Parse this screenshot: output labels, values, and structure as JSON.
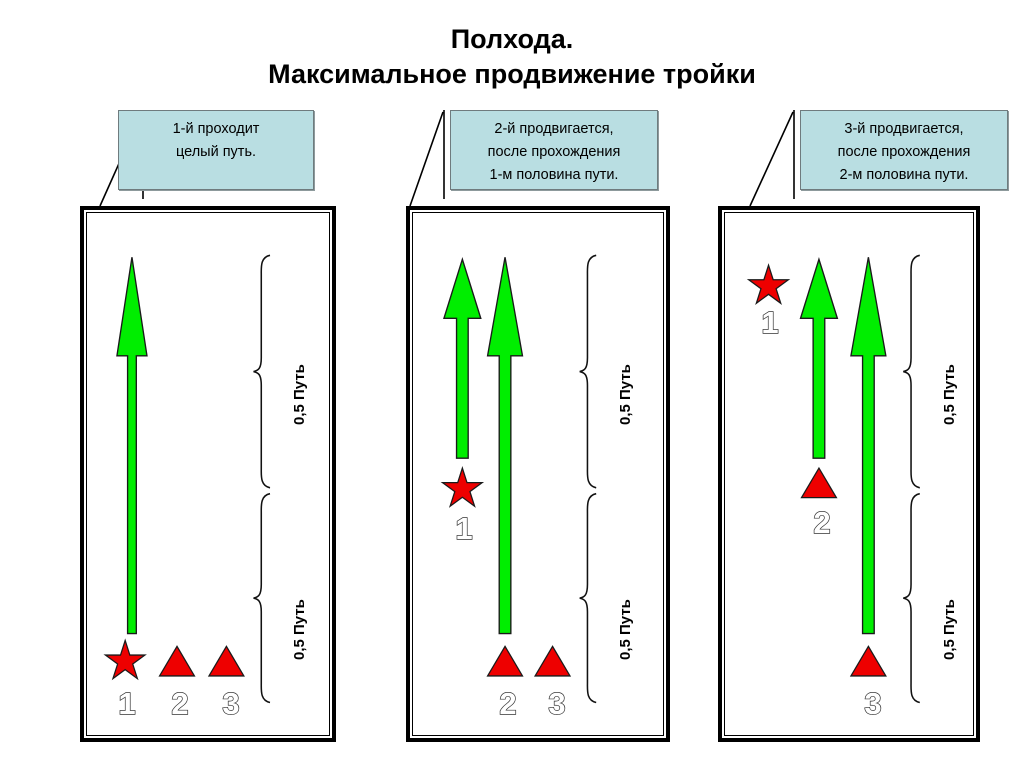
{
  "title": {
    "line1": "Полхода.",
    "line2": "Максимальное продвижение тройки"
  },
  "callouts": [
    {
      "id": "callout-1",
      "lines": [
        "1-й проходит",
        "целый путь."
      ]
    },
    {
      "id": "callout-2",
      "lines": [
        "2-й продвигается,",
        "после прохождения",
        "1-м половина пути."
      ]
    },
    {
      "id": "callout-3",
      "lines": [
        "3-й продвигается,",
        "после прохождения",
        "2-м половина пути."
      ]
    }
  ],
  "colors": {
    "arrow_green": "#00EE00",
    "marker_red": "#EE0000",
    "callout_fill": "#B9DEE2",
    "callout_border": "#6F7B7E",
    "outline_black": "#000000"
  },
  "brace_label": "0,5 Путь",
  "panels": [
    {
      "id": "panel-1",
      "markers": [
        {
          "shape": "star",
          "label": "1",
          "position": "bottom"
        },
        {
          "shape": "triangle",
          "label": "2",
          "position": "bottom"
        },
        {
          "shape": "triangle",
          "label": "3",
          "position": "bottom"
        }
      ],
      "arrows": [
        {
          "from": "bottom",
          "to": "top",
          "length": "full",
          "owner": "1"
        }
      ],
      "braces": [
        "0,5 Путь",
        "0,5 Путь"
      ]
    },
    {
      "id": "panel-2",
      "markers": [
        {
          "shape": "star",
          "label": "1",
          "position": "middle"
        },
        {
          "shape": "triangle",
          "label": "2",
          "position": "bottom"
        },
        {
          "shape": "triangle",
          "label": "3",
          "position": "bottom"
        }
      ],
      "arrows": [
        {
          "from": "middle",
          "to": "top",
          "length": "half",
          "owner": "1"
        },
        {
          "from": "bottom",
          "to": "top",
          "length": "full",
          "owner": "2"
        }
      ],
      "braces": [
        "0,5 Путь",
        "0,5 Путь"
      ]
    },
    {
      "id": "panel-3",
      "markers": [
        {
          "shape": "star",
          "label": "1",
          "position": "top"
        },
        {
          "shape": "triangle",
          "label": "2",
          "position": "middle"
        },
        {
          "shape": "triangle",
          "label": "3",
          "position": "bottom"
        }
      ],
      "arrows": [
        {
          "from": "middle",
          "to": "top",
          "length": "half",
          "owner": "2"
        },
        {
          "from": "bottom",
          "to": "top",
          "length": "full",
          "owner": "3"
        }
      ],
      "braces": [
        "0,5 Путь",
        "0,5 Путь"
      ]
    }
  ]
}
